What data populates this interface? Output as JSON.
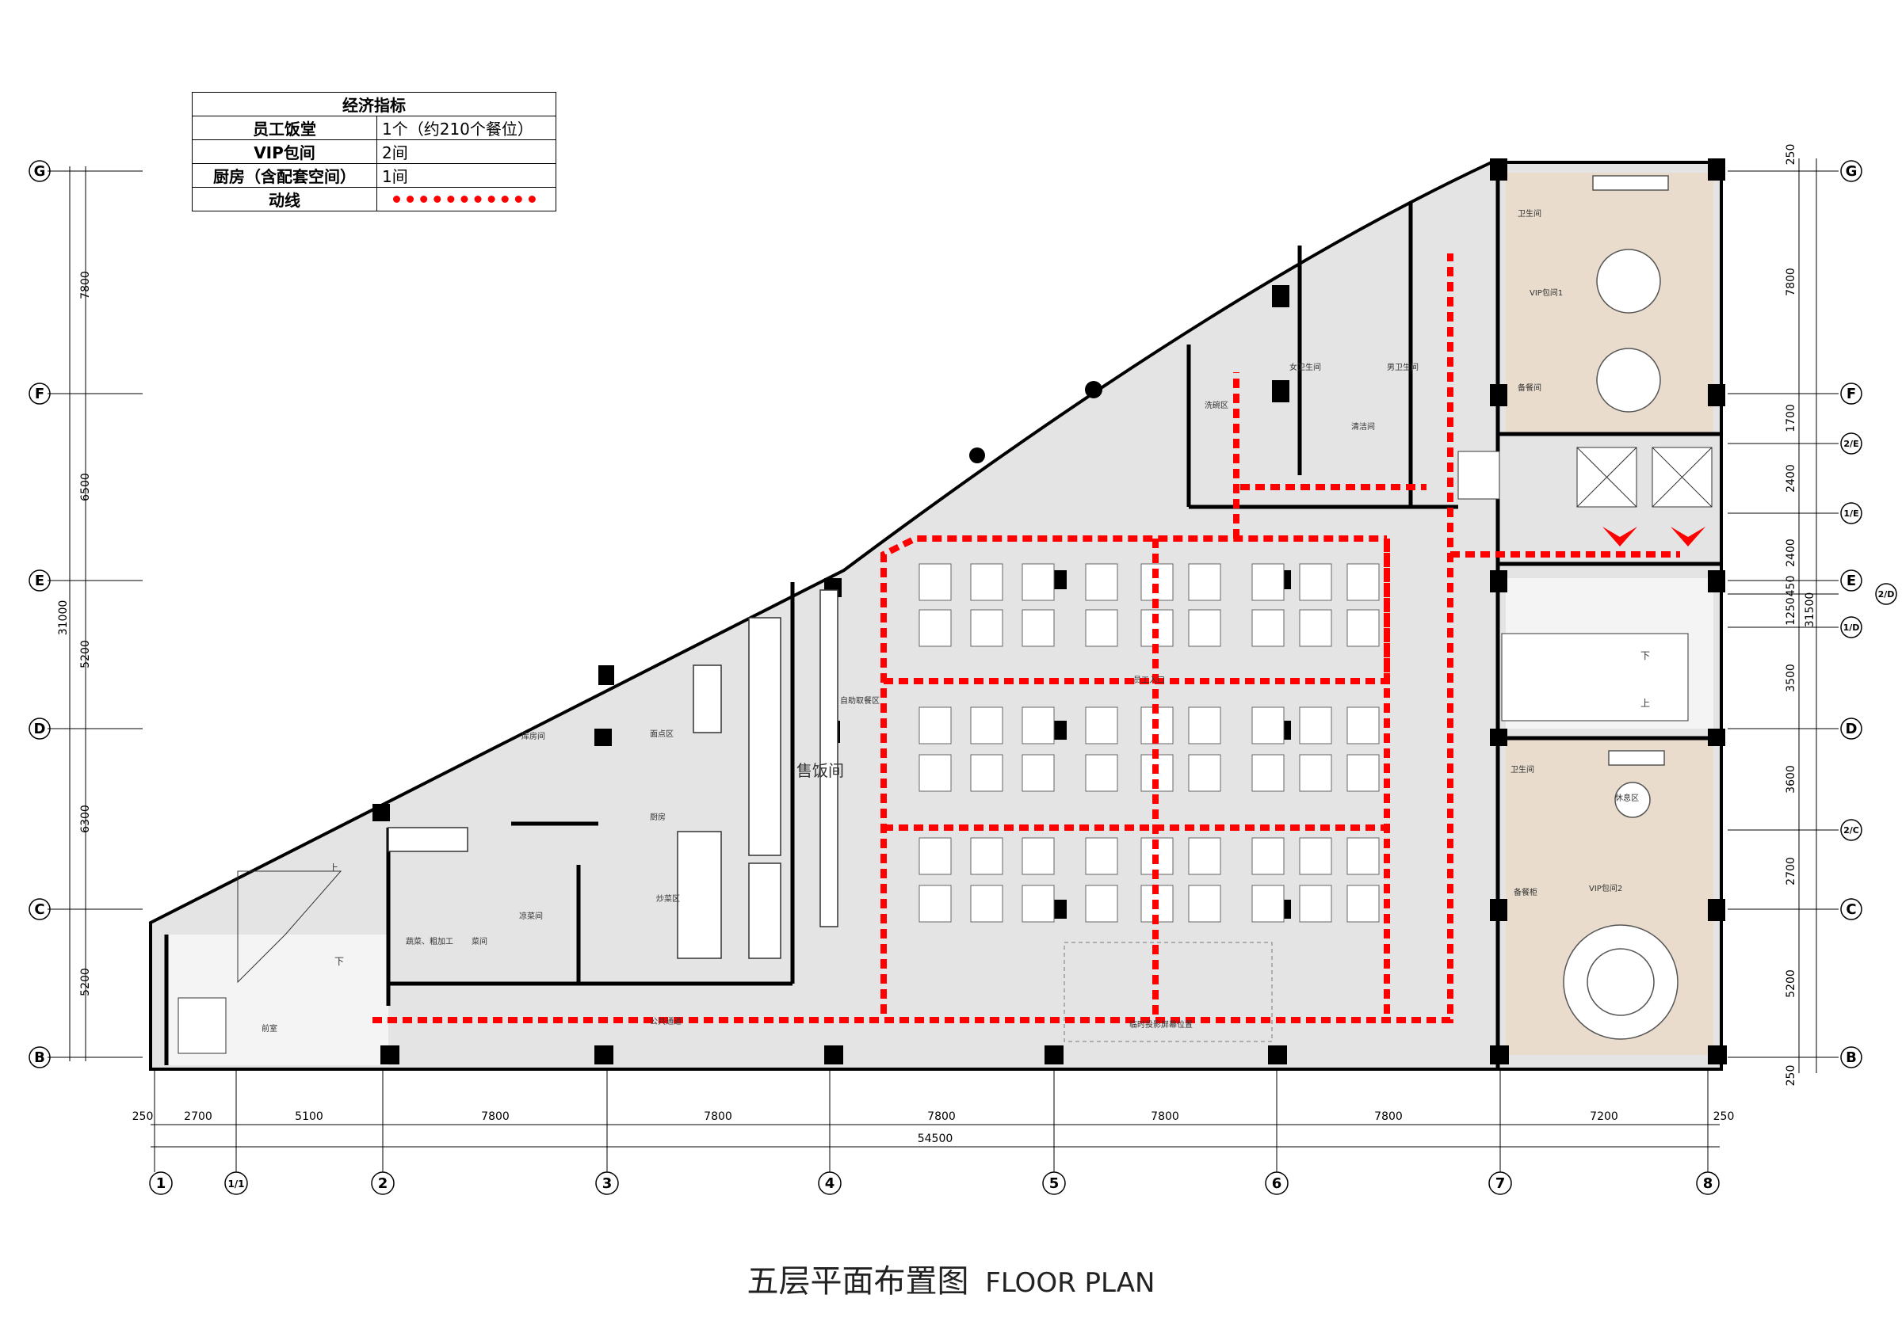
{
  "index_table": {
    "title": "经济指标",
    "rows": [
      {
        "key": "员工饭堂",
        "value": "1个（约210个餐位）"
      },
      {
        "key": "VIP包间",
        "value": "2间"
      },
      {
        "key": "厨房（含配套空间）",
        "value": "1间"
      },
      {
        "key": "动线",
        "value": ""
      }
    ]
  },
  "grid_rows": [
    "G",
    "F",
    "E",
    "D",
    "C",
    "B"
  ],
  "grid_rows_extra": [
    "2/E",
    "1/E",
    "2/D",
    "1/D",
    "2/C"
  ],
  "grid_cols": [
    "1",
    "1/1",
    "2",
    "3",
    "4",
    "5",
    "6",
    "7",
    "8"
  ],
  "dims_bottom": [
    "250",
    "2700",
    "5100",
    "7800",
    "7800",
    "7800",
    "7800",
    "7800",
    "7200",
    "250"
  ],
  "dims_total": "54500",
  "dims_left": [
    "7800",
    "6500",
    "5200",
    "6300",
    "5200"
  ],
  "dims_left_total": "31000",
  "dims_right": [
    "250",
    "7800",
    "1700",
    "2400",
    "2400",
    "450",
    "1250",
    "3500",
    "3600",
    "2700",
    "5200",
    "250"
  ],
  "dims_right_total": "31500",
  "rooms": {
    "vip1": "VIP包间1",
    "vip2": "VIP包间2",
    "wc": "卫生间",
    "wc2": "卫生间",
    "service": "备餐间",
    "service2": "备餐柜",
    "lounge": "休息区",
    "female": "女卫生间",
    "male": "男卫生间",
    "mop": "清洁间",
    "wash": "洗碗区",
    "selfserve": "自助取餐区",
    "servery": "售饭间",
    "kitchen": "厨房",
    "pastry": "面点区",
    "cooking": "炒菜区",
    "storage": "库房间",
    "veg": "蔬菜、粗加工",
    "prep": "菜间",
    "cold": "凉菜间",
    "lobby": "前室",
    "corridor": "公共通道",
    "screen": "临时投影屏幕位置",
    "entry": "员工入口",
    "down": "下",
    "up": "上",
    "lift_up": "上"
  },
  "caption": {
    "cn": "五层平面布置图",
    "en": "FLOOR PLAN"
  },
  "colors": {
    "route": "#ff0000",
    "floor": "#e6e6e6",
    "vip": "#e8dccd",
    "wall": "#000000"
  }
}
